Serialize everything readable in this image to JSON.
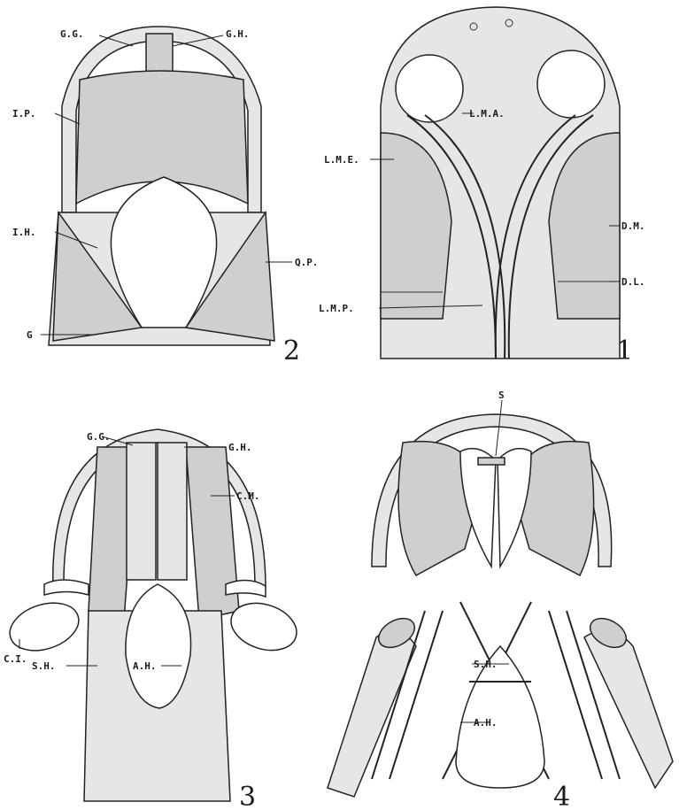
{
  "figures": [
    {
      "number": "2",
      "labels": [
        "G.G.",
        "G.H.",
        "I.P.",
        "I.H.",
        "Q.P.",
        "G"
      ]
    },
    {
      "number": "1",
      "labels": [
        "L.M.A.",
        "L.M.E.",
        "D.M.",
        "D.L.",
        "L.M.P."
      ]
    },
    {
      "number": "3",
      "labels": [
        "G.G.",
        "G.H.",
        "C.M.",
        "C.I.",
        "S.H.",
        "A.H."
      ]
    },
    {
      "number": "4",
      "labels": [
        "S",
        "S.H.",
        "A.H."
      ]
    }
  ]
}
